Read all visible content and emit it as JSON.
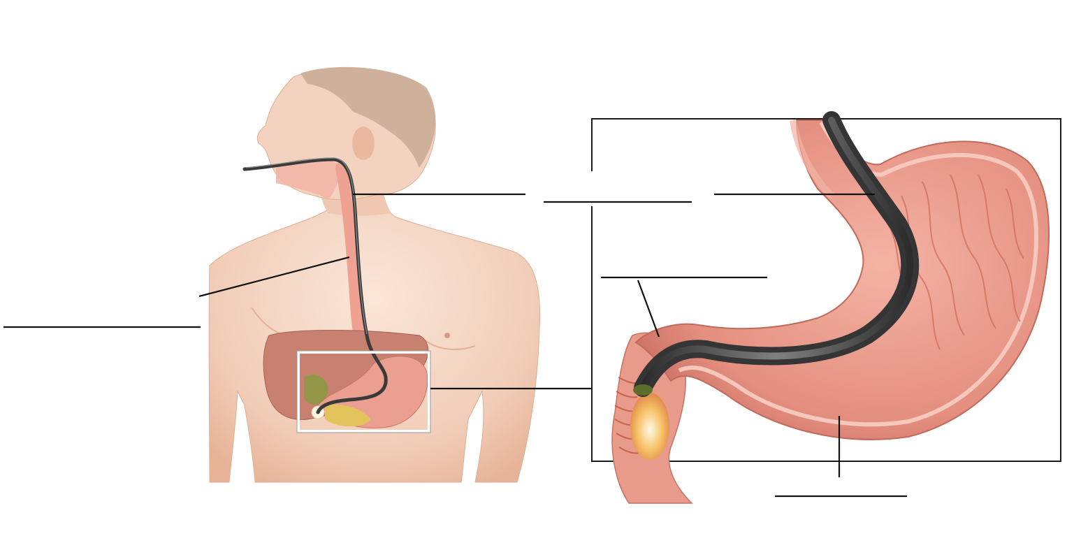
{
  "figure": {
    "subject": "upper-endoscopy-diagram",
    "labels": [],
    "colors": {
      "skin_light": "#f6dccb",
      "skin_mid": "#eebfa6",
      "skin_shadow": "#d89c80",
      "hair": "#c9ab95",
      "liver": "#c97f6c",
      "stomach": "#e8988a",
      "stomach_inner": "#f2b6a8",
      "mucosa_fold": "#d9786a",
      "pancreas": "#e3c35c",
      "gallbladder": "#8a9a3e",
      "esophagus": "#f0a796",
      "endoscope": "#3c3c3c",
      "endoscope_highlight": "#9a9a9a",
      "light_glow": "#f7c46a",
      "leader_line": "#111111",
      "frame": "#1a1a1a"
    },
    "label_blanks": [
      {
        "id": "blank-mouth-tube"
      },
      {
        "id": "blank-esophagus-upper"
      },
      {
        "id": "blank-left-side"
      },
      {
        "id": "blank-stomach-entry"
      },
      {
        "id": "blank-duodenum-tip"
      },
      {
        "id": "blank-stomach-lining"
      }
    ]
  }
}
